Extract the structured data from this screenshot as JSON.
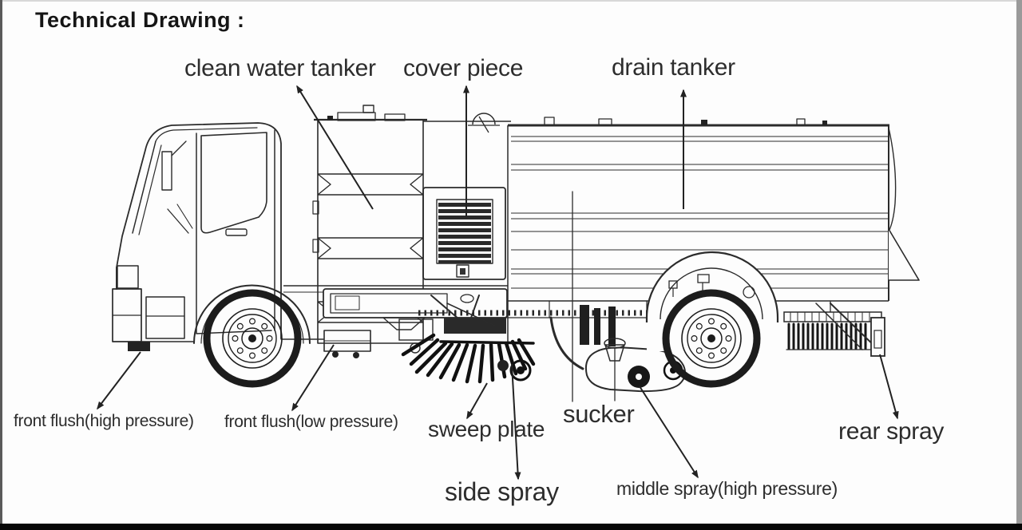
{
  "title": "Technical Drawing :",
  "labels": {
    "clean_water_tanker": "clean water tanker",
    "cover_piece": "cover piece",
    "drain_tanker": "drain tanker",
    "front_flush_high": "front flush(high pressure)",
    "front_flush_low": "front flush(low pressure)",
    "sweep_plate": "sweep plate",
    "sucker": "sucker",
    "side_spray": "side spray",
    "middle_spray_high": "middle spray(high pressure)",
    "rear_spray": "rear spray"
  },
  "colors": {
    "background": "#ffffff",
    "line": "#2b2b2b",
    "label_text": "#2d2d2d",
    "bottom_bar": "#070707",
    "side_edge": "#9a9a9a"
  }
}
